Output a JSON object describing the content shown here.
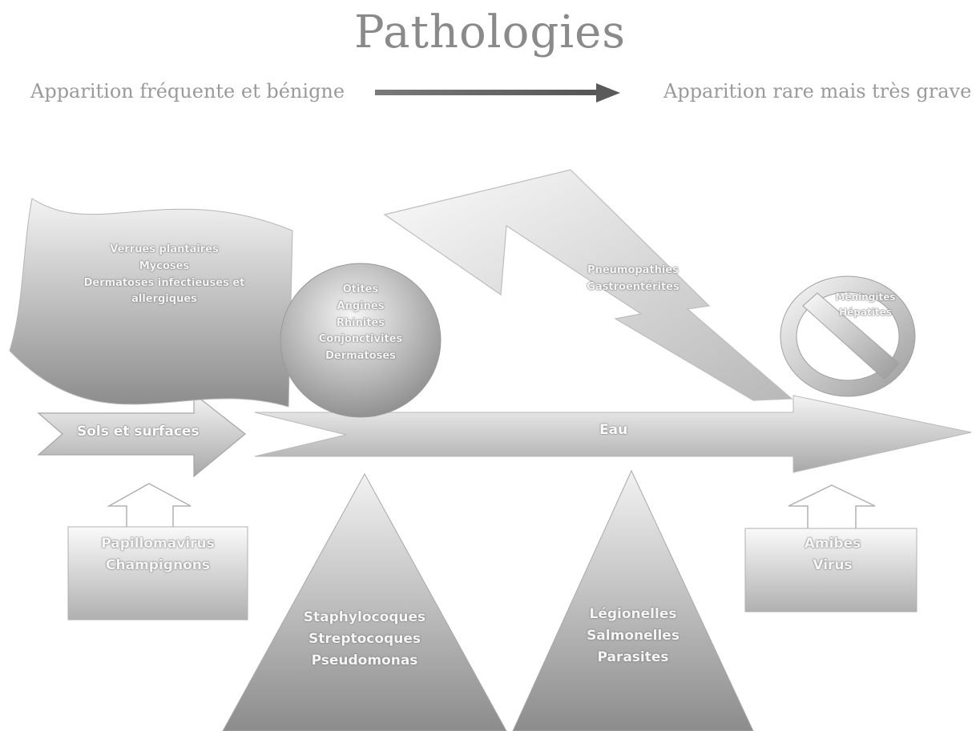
{
  "title": "Pathologies",
  "scale": {
    "left": "Apparition fréquente et bénigne",
    "right": "Apparition rare mais très grave"
  },
  "routes": {
    "sols": "Sols et surfaces",
    "eau": "Eau"
  },
  "pathologies": {
    "flag": [
      "Verrues plantaires",
      "Mycoses",
      "Dermatoses infectieuses et",
      "allergiques"
    ],
    "circle": [
      "Otites",
      "Angines",
      "Rhinites",
      "Conjonctivites",
      "Dermatoses"
    ],
    "bolt": [
      "Pneumopathies",
      "Gastroentérites"
    ],
    "forbidden": [
      "Méningites",
      "Hépatites"
    ]
  },
  "agents": {
    "box_left": [
      "Papillomavirus",
      "Champignons"
    ],
    "triangle_left": [
      "Staphylocoques",
      "Streptocoques",
      "Pseudomonas"
    ],
    "triangle_right": [
      "Légionelles",
      "Salmonelles",
      "Parasites"
    ],
    "box_right": [
      "Amibes",
      "Virus"
    ]
  }
}
